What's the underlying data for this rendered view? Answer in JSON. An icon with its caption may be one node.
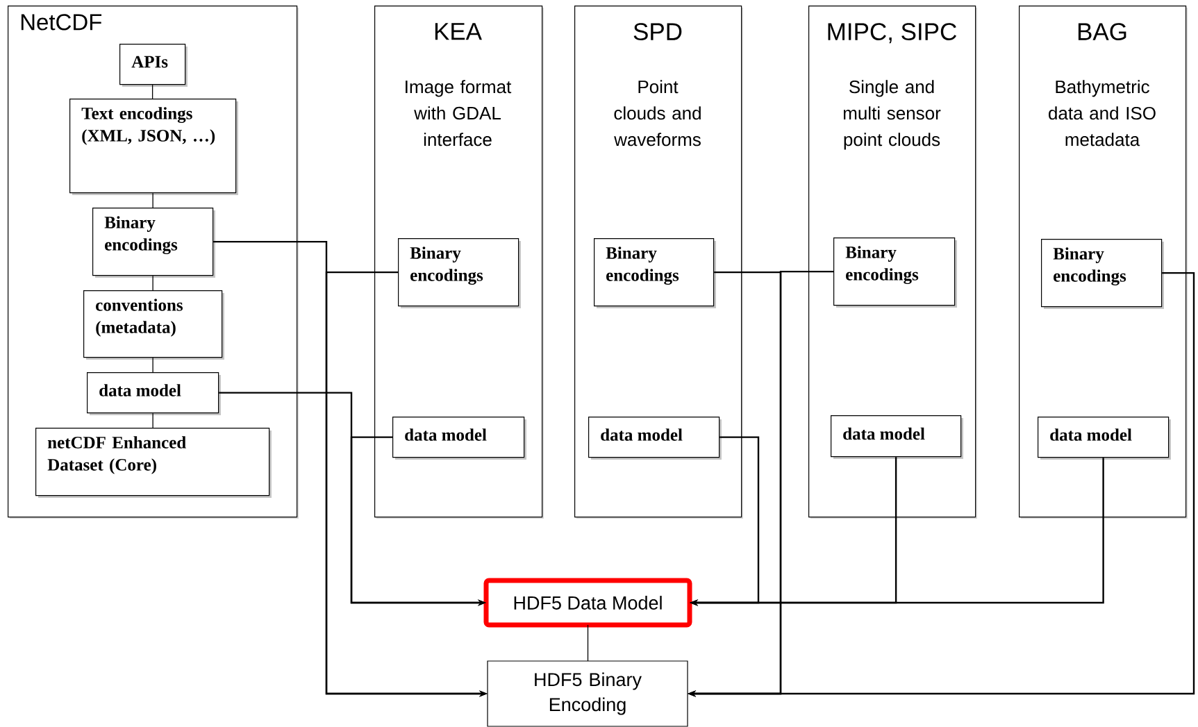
{
  "diagram": {
    "nodes": [
      {
        "text": [
          "NetCDF"
        ]
      },
      {
        "text": [
          "APIs"
        ],
        "in": 0
      },
      {
        "text": [
          "Text encodings (XML, JSON, …)"
        ],
        "in": 0
      },
      {
        "text": [
          "Binary encodings"
        ],
        "in": 0
      },
      {
        "text": [
          "conventions (metadata)"
        ],
        "in": 0
      },
      {
        "text": [
          "data model"
        ],
        "in": 0
      },
      {
        "text": [
          "netCDF Enhanced Dataset (Core)"
        ],
        "in": 0
      },
      {
        "text": [
          "KEA",
          "Image format with GDAL interface"
        ]
      },
      {
        "text": [
          "Binary encodings"
        ],
        "in": 7
      },
      {
        "text": [
          "data model"
        ],
        "in": 7
      },
      {
        "text": [
          "SPD",
          "Point clouds and waveforms"
        ]
      },
      {
        "text": [
          "Binary encodings"
        ],
        "in": 10
      },
      {
        "text": [
          "data model"
        ],
        "in": 10
      },
      {
        "text": [
          "MIPC, SIPC",
          "Single and multi sensor point clouds"
        ]
      },
      {
        "text": [
          "Binary encodings"
        ],
        "in": 13
      },
      {
        "text": [
          "data model"
        ],
        "in": 13
      },
      {
        "text": [
          "BAG",
          "Bathymetric data and ISO metadata"
        ]
      },
      {
        "text": [
          "Binary encodings"
        ],
        "in": 16
      },
      {
        "text": [
          "data model"
        ],
        "in": 16
      },
      {
        "text": [
          "HDF5 Data Model"
        ]
      },
      {
        "text": [
          "HDF5 Binary Encoding"
        ]
      }
    ],
    "edges": [
      {
        "from": 1,
        "to": 2,
        "arrow": "none"
      },
      {
        "from": 2,
        "to": 3,
        "arrow": "none"
      },
      {
        "from": 3,
        "to": 4,
        "arrow": "none"
      },
      {
        "from": 4,
        "to": 5,
        "arrow": "none"
      },
      {
        "from": 5,
        "to": 6,
        "arrow": "none"
      },
      {
        "from": 3,
        "to": 20,
        "arrow": "to"
      },
      {
        "from": 8,
        "to": 20,
        "arrow": "to"
      },
      {
        "from": 5,
        "to": 19,
        "arrow": "to"
      },
      {
        "from": 9,
        "to": 19,
        "arrow": "to"
      },
      {
        "from": 11,
        "to": 20,
        "arrow": "to"
      },
      {
        "from": 14,
        "to": 20,
        "arrow": "to"
      },
      {
        "from": 17,
        "to": 20,
        "arrow": "to"
      },
      {
        "from": 12,
        "to": 19,
        "arrow": "to"
      },
      {
        "from": 15,
        "to": 19,
        "arrow": "to"
      },
      {
        "from": 18,
        "to": 19,
        "arrow": "to"
      },
      {
        "from": 19,
        "to": 20,
        "arrow": "none"
      }
    ]
  }
}
